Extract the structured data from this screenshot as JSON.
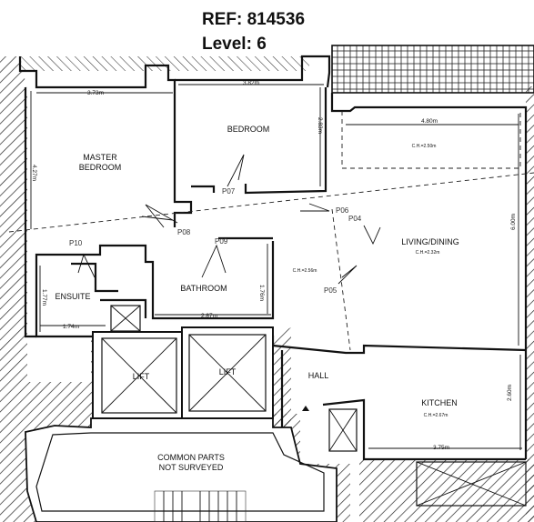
{
  "header": {
    "ref": "REF: 814536",
    "level": "Level: 6"
  },
  "rooms": {
    "master_bedroom_line1": "MASTER",
    "master_bedroom_line2": "BEDROOM",
    "bedroom": "BEDROOM",
    "ensuite": "ENSUITE",
    "bathroom": "BATHROOM",
    "living_dining": "LIVING/DINING",
    "hall": "HALL",
    "kitchen": "KITCHEN",
    "lift_left": "LIFT",
    "lift_right": "LIFT",
    "common_line1": "COMMON PARTS",
    "common_line2": "NOT SURVEYED"
  },
  "dimensions": {
    "master_width": "3.73m",
    "master_height": "4.27m",
    "bedroom_width": "3.82m",
    "bedroom_height": "2.83m",
    "terrace_width": "4.80m",
    "living_height": "6.00m",
    "ensuite_height": "1.77m",
    "ensuite_width": "1.74m",
    "bathroom_width": "2.87m",
    "bathroom_height": "1.76m",
    "kitchen_width": "3.75m",
    "kitchen_height": "2.60m"
  },
  "ceiling_heights": {
    "terrace": "C.H.=2.50m",
    "living": "C.H.=2.32m",
    "hall": "C.H.=2.56m",
    "kitchen": "C.H.=2.67m"
  },
  "points": {
    "p04": "P04",
    "p05": "P05",
    "p06": "P06",
    "p07": "P07",
    "p08": "P08",
    "p09": "P09",
    "p10": "P10"
  }
}
